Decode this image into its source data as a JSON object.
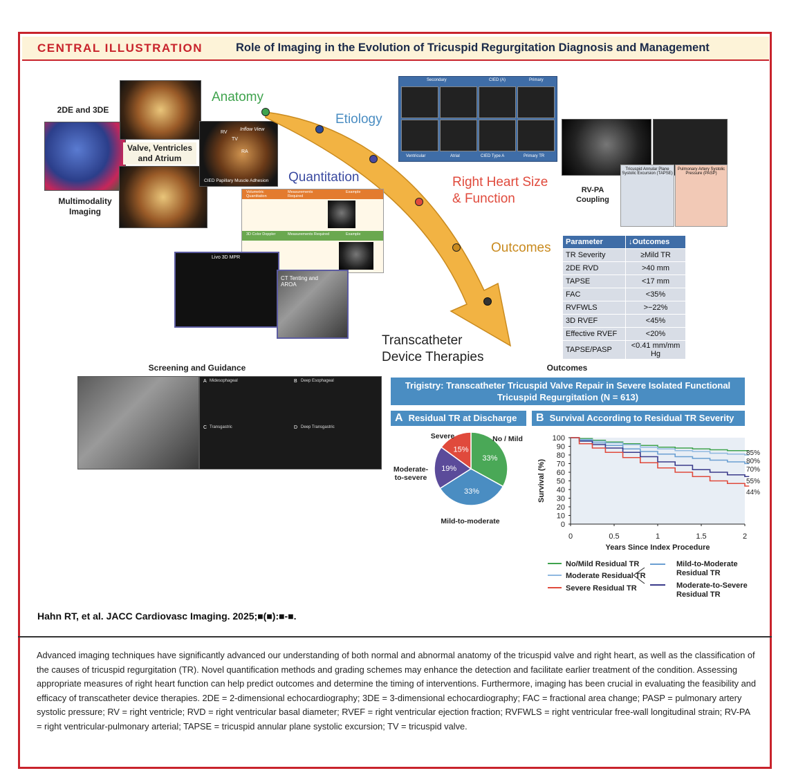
{
  "header": {
    "label": "CENTRAL ILLUSTRATION",
    "title": "Role of Imaging in the Evolution of Tricuspid Regurgitation Diagnosis and Management"
  },
  "left_panel": {
    "top_label": "2DE and 3DE",
    "center_label": "Valve, Ventricles and Atrium",
    "bottom_label": "Multimodality Imaging",
    "echo_labels": [
      "RV",
      "TV",
      "RA",
      "Inflow View"
    ],
    "cied_label": "CIED Papillary Muscle Adhesion"
  },
  "stages": {
    "anatomy": "Anatomy",
    "etiology": "Etiology",
    "quantitation": "Quantitation",
    "rhs": "Right Heart Size & Function",
    "outcomes": "Outcomes",
    "tdt": "Transcatheter Device Therapies"
  },
  "stage_colors": {
    "anatomy": "#3fa34d",
    "etiology": "#4a8dc2",
    "quantitation": "#3a4aa0",
    "rhs": "#e04a3c",
    "outcomes": "#c98a1e",
    "tdt": "#222222",
    "arrow": "#f2b343"
  },
  "etiology_grid": {
    "headers": [
      "Secondary",
      "",
      "CIED (A)",
      "Primary"
    ],
    "footers": [
      "Ventricular",
      "Atrial",
      "CIED Type A",
      "Primary TR"
    ]
  },
  "quant_table": {
    "headers1": [
      "Volumetric Quantitation",
      "Measurements Required",
      "Example"
    ],
    "headers2": [
      "3D Color Doppler",
      "Measurements Required",
      "Example"
    ]
  },
  "mpr_labels": {
    "livo": "Livo 3D MPR",
    "ct": "CT Tenting and AROA"
  },
  "rvpa": {
    "label": "RV-PA Coupling",
    "tapse_label": "Tricuspid Annular Plane Systolic Excursion (TAPSE)",
    "pasp_label": "Pulmonary Artery Systolic Pressure (PASP)"
  },
  "param_table": {
    "headers": [
      "Parameter",
      "↓Outcomes"
    ],
    "rows": [
      [
        "TR Severity",
        "≥Mild TR"
      ],
      [
        "2DE RVD",
        ">40 mm"
      ],
      [
        "TAPSE",
        "<17 mm"
      ],
      [
        "FAC",
        "<35%"
      ],
      [
        "RVFWLS",
        ">−22%"
      ],
      [
        "3D RVEF",
        "<45%"
      ],
      [
        "Effective RVEF",
        "<20%"
      ],
      [
        "TAPSE/PASP",
        "<0.41 mm/mm Hg"
      ]
    ]
  },
  "screening": {
    "title": "Screening and Guidance",
    "tee_labels": [
      "A",
      "B",
      "C",
      "D"
    ],
    "tee_titles": [
      "Midesophageal",
      "Deep Esophageal",
      "Transgastric",
      "Deep Transgastric"
    ]
  },
  "outcomes_section": {
    "title": "Outcomes",
    "trial": "Trigistry: Transcatheter Tricuspid Valve Repair in Severe Isolated Functional Tricuspid Regurgitation (N = 613)",
    "panel_a": {
      "letter": "A",
      "title": "Residual TR at Discharge"
    },
    "panel_b": {
      "letter": "B",
      "title": "Survival According to Residual TR Severity"
    }
  },
  "chart_data": [
    {
      "type": "pie",
      "title": "Residual TR at Discharge",
      "categories": [
        "No / Mild",
        "Mild-to-moderate",
        "Moderate-to-severe",
        "Severe"
      ],
      "values": [
        33,
        33,
        19,
        15
      ],
      "value_labels": [
        "33%",
        "33%",
        "19%",
        "15%"
      ],
      "colors": [
        "#4aa857",
        "#4a8dc2",
        "#5b4b9a",
        "#e04a3c"
      ]
    },
    {
      "type": "line",
      "title": "Survival According to Residual TR Severity",
      "xlabel": "Years Since Index Procedure",
      "ylabel": "Survival (%)",
      "xlim": [
        0,
        2
      ],
      "ylim": [
        0,
        100
      ],
      "xticks": [
        "0",
        "0.5",
        "1",
        "1.5",
        "2"
      ],
      "yticks": [
        "0",
        "10",
        "20",
        "30",
        "40",
        "50",
        "60",
        "70",
        "80",
        "90",
        "100"
      ],
      "series": [
        {
          "name": "No/Mild Residual TR",
          "color": "#3fa34d",
          "end_label": "85%",
          "x": [
            0,
            0.1,
            0.25,
            0.4,
            0.6,
            0.8,
            1.0,
            1.2,
            1.4,
            1.6,
            1.8,
            2.0
          ],
          "y": [
            100,
            99,
            97,
            95,
            93,
            91,
            89,
            88,
            87,
            86,
            85,
            85
          ]
        },
        {
          "name": "Moderate Residual TR",
          "color": "#8fb8e0",
          "end_label": "80%",
          "x": [
            0,
            0.1,
            0.25,
            0.4,
            0.6,
            0.8,
            1.0,
            1.2,
            1.4,
            1.6,
            1.8,
            2.0
          ],
          "y": [
            100,
            98,
            96,
            94,
            92,
            89,
            87,
            85,
            84,
            82,
            81,
            80
          ]
        },
        {
          "name": "Mild-to-Moderate Residual TR",
          "color": "#6a9fd2",
          "end_label": "70%",
          "x": [
            0,
            0.1,
            0.25,
            0.4,
            0.6,
            0.8,
            1.0,
            1.2,
            1.4,
            1.6,
            1.8,
            2.0
          ],
          "y": [
            100,
            97,
            94,
            91,
            87,
            84,
            81,
            78,
            76,
            74,
            72,
            70
          ]
        },
        {
          "name": "Moderate-to-Severe Residual TR",
          "color": "#3a3a8a",
          "end_label": "55%",
          "x": [
            0,
            0.1,
            0.25,
            0.4,
            0.6,
            0.8,
            1.0,
            1.2,
            1.4,
            1.6,
            1.8,
            2.0
          ],
          "y": [
            100,
            96,
            92,
            88,
            83,
            78,
            72,
            68,
            63,
            60,
            57,
            55
          ]
        },
        {
          "name": "Severe Residual TR",
          "color": "#e04a3c",
          "end_label": "44%",
          "x": [
            0,
            0.1,
            0.25,
            0.4,
            0.6,
            0.8,
            1.0,
            1.2,
            1.4,
            1.6,
            1.8,
            2.0
          ],
          "y": [
            100,
            93,
            88,
            83,
            77,
            71,
            65,
            60,
            55,
            50,
            47,
            44
          ]
        }
      ]
    }
  ],
  "km_legend": {
    "left": [
      "No/Mild Residual TR",
      "Moderate Residual TR",
      "Severe Residual TR"
    ],
    "right": [
      "Mild-to-Moderate Residual TR",
      "Moderate-to-Severe Residual TR"
    ]
  },
  "credit": "Hahn RT, et al. JACC Cardiovasc Imaging. 2025;■(■):■-■.",
  "caption": "Advanced imaging techniques have significantly advanced our understanding of both normal and abnormal anatomy of the tricuspid valve and right heart, as well as the classification of the causes of tricuspid regurgitation (TR). Novel quantification methods and grading schemes may enhance the detection and facilitate earlier treatment of the condition. Assessing appropriate measures of right heart function can help predict outcomes and determine the timing of interventions. Furthermore, imaging has been crucial in evaluating the feasibility and efficacy of transcatheter device therapies. 2DE = 2-dimensional echocardiography; 3DE = 3-dimensional echocardiography; FAC = fractional area change; PASP = pulmonary artery systolic pressure; RV = right ventricle; RVD = right ventricular basal diameter; RVEF = right ventricular ejection fraction; RVFWLS = right ventricular free-wall longitudinal strain; RV-PA = right ventricular-pulmonary arterial; TAPSE = tricuspid annular plane systolic excursion; TV = tricuspid valve."
}
